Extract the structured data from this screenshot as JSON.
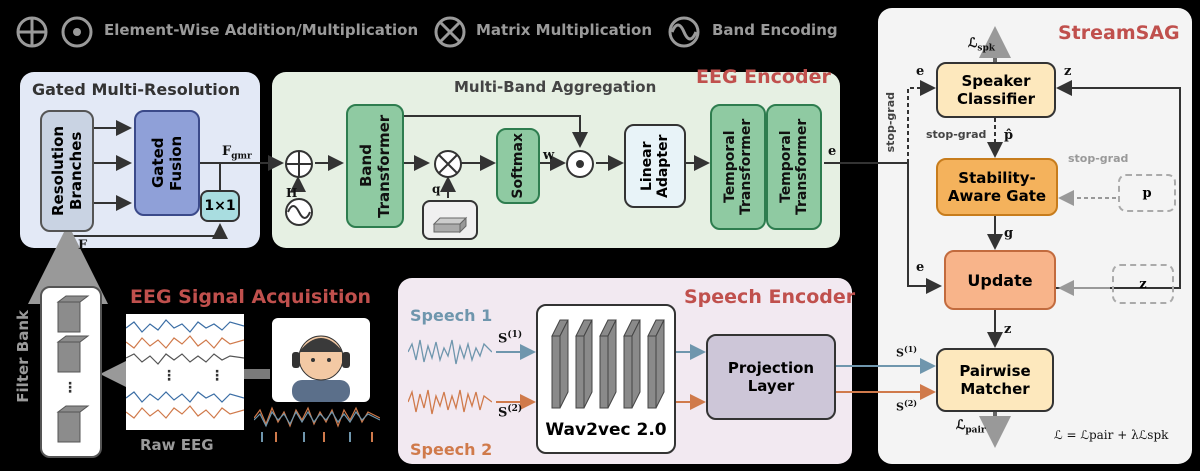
{
  "legend": {
    "add_mul": "Element-Wise Addition/Multiplication",
    "matmul": "Matrix Multiplication",
    "band": "Band Encoding"
  },
  "gmr": {
    "title": "Gated Multi-Resolution",
    "branches": "Resolution Branches",
    "fusion": "Gated Fusion",
    "conv": "1×1",
    "f_gmr": "F",
    "f_gmr_sub": "gmr",
    "f_in": "F"
  },
  "encoder": {
    "title": "EEG Encoder",
    "mba_title": "Multi-Band Aggregation",
    "band_transformer": "Band Transformer",
    "softmax": "Softmax",
    "linear_adapter": "Linear Adapter",
    "temporal1": "Temporal Transformer",
    "temporal2": "Temporal Transformer",
    "h": "H",
    "q": "q",
    "w": "w",
    "e": "e"
  },
  "acquisition": {
    "title": "EEG Signal Acquisition",
    "filter_bank": "Filter Bank",
    "raw_eeg": "Raw EEG"
  },
  "speech": {
    "title": "Speech Encoder",
    "speech1": "Speech 1",
    "speech2": "Speech 2",
    "s1": "S",
    "s1_sup": "(1)",
    "s2": "S",
    "s2_sup": "(2)",
    "wav2vec": "Wav2vec 2.0",
    "projection": "Projection Layer"
  },
  "stream": {
    "title": "StreamSAG",
    "speaker_classifier": "Speaker Classifier",
    "stability_gate": "Stability-Aware Gate",
    "update": "Update",
    "pairwise": "Pairwise Matcher",
    "stop_grad": "stop-grad",
    "l_spk": "ℒ",
    "l_spk_sub": "spk",
    "l_pair": "ℒ",
    "l_pair_sub": "pair",
    "et": "e",
    "zt": "z",
    "pt_hat": "p̂",
    "gt": "g",
    "pt1": "p",
    "zt1": "z",
    "loss_eq": "ℒ = ℒpair + λℒspk"
  },
  "colors": {
    "gmr_bg": "#e3e9f6",
    "encoder_bg": "#e6f0e3",
    "speech_bg": "#f2e9f1",
    "stream_bg": "#f4f4f4",
    "title_red": "#c0504d",
    "block_green": "#8fcaa2",
    "block_orange": "#f4b25c",
    "block_cream": "#fde8bd",
    "speech1_color": "#6f96ad",
    "speech2_color": "#d07a4b"
  }
}
